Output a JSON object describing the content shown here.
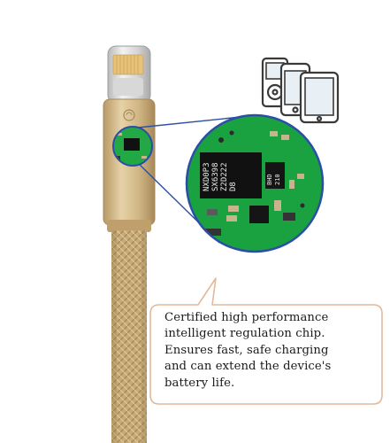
{
  "callout": {
    "lines": [
      "Certified high performance",
      "intelligent regulation chip.",
      "Ensures fast, safe charging",
      "and can extend the device's",
      "battery life."
    ]
  },
  "chip": {
    "main_lines": [
      "NXD0P3",
      "SX6398",
      "Z2D222",
      "D8"
    ],
    "small_lines": [
      "BHD",
      "210"
    ]
  },
  "devices": [
    "ipod-icon",
    "phone-icon",
    "tablet-icon"
  ],
  "colors": {
    "cable_gold": "#c9ab78",
    "connector_silver": "#dcdcdc",
    "pcb_green": "#22b14c",
    "callout_border": "#e4b89a",
    "zoom_line": "#2b4fa8",
    "chip_black": "#111111"
  }
}
